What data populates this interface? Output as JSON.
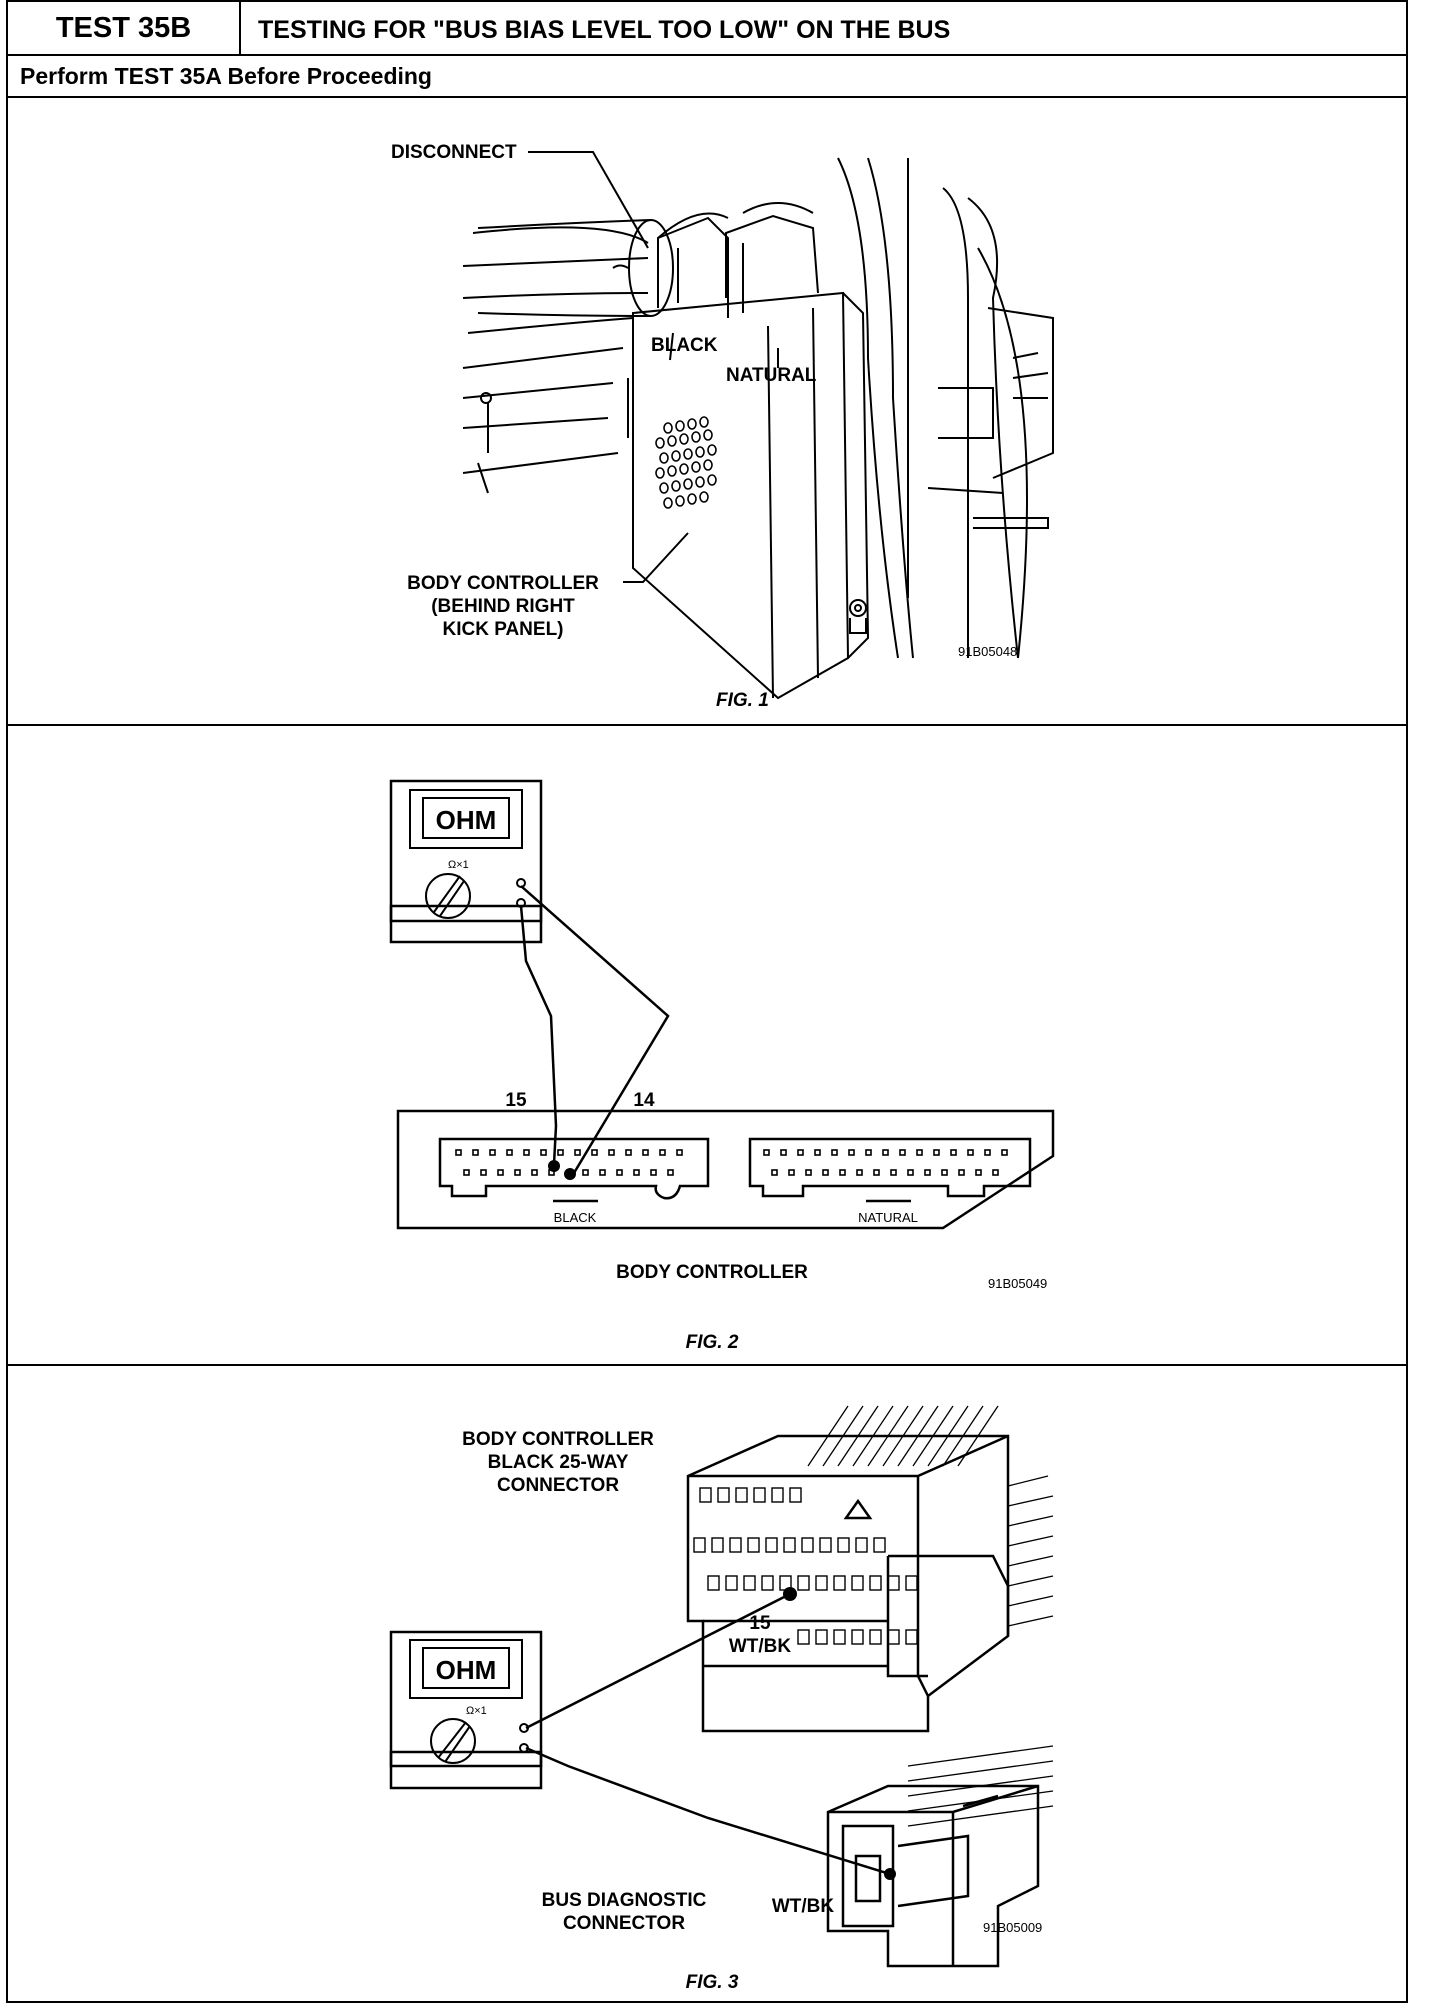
{
  "header": {
    "test_id": "TEST 35B",
    "title": "TESTING FOR \"BUS BIAS LEVEL TOO LOW\" ON THE BUS",
    "prerequisite": "Perform TEST 35A Before Proceeding"
  },
  "fig1": {
    "disconnect": "DISCONNECT",
    "black": "BLACK",
    "natural": "NATURAL",
    "body_controller": [
      "BODY CONTROLLER",
      "(BEHIND RIGHT",
      "KICK PANEL)"
    ],
    "code": "91B05048",
    "caption": "FIG. 1"
  },
  "fig2": {
    "meter_display": "OHM",
    "meter_range": "Ω×1",
    "pin_a": "15",
    "pin_b": "14",
    "black": "BLACK",
    "natural": "NATURAL",
    "body_controller": "BODY CONTROLLER",
    "code": "91B05049",
    "caption": "FIG. 2"
  },
  "fig3": {
    "connector_label": [
      "BODY CONTROLLER",
      "BLACK 25-WAY",
      "CONNECTOR"
    ],
    "meter_display": "OHM",
    "meter_range": "Ω×1",
    "pin": "15",
    "wire_top": "WT/BK",
    "wire_bottom": "WT/BK",
    "diag_label": [
      "BUS DIAGNOSTIC",
      "CONNECTOR"
    ],
    "code": "91B05009",
    "caption": "FIG. 3"
  }
}
